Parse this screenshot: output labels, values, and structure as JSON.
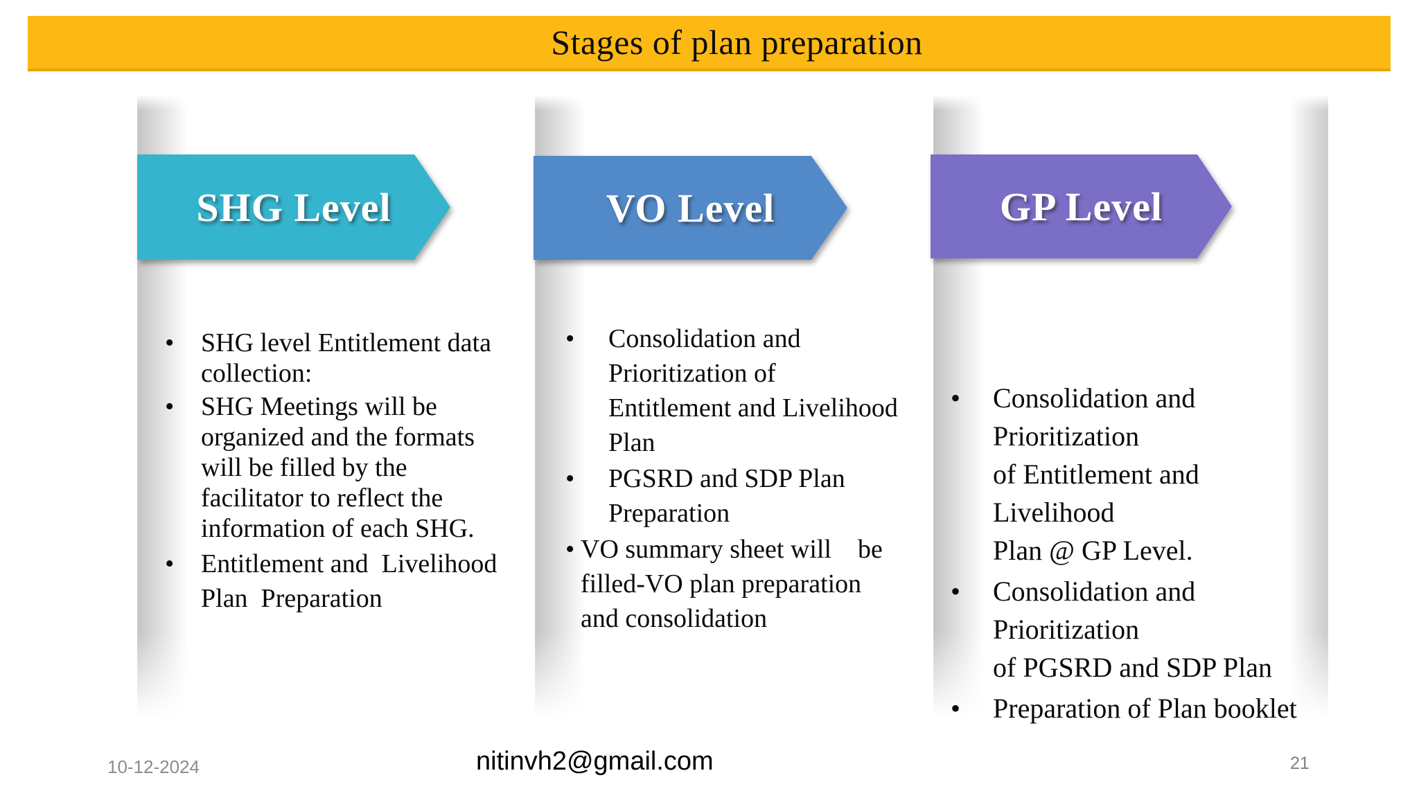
{
  "title": "Stages of plan preparation",
  "theme": {
    "title_bar_color": "#FDB913",
    "shg_color": "#35B4CE",
    "vo_color": "#5289C8",
    "gp_color": "#7A6EC6"
  },
  "columns": [
    {
      "header": "SHG Level",
      "bullets": [
        "SHG level Entitlement data\ncollection:",
        "SHG Meetings will be\norganized and the formats\nwill be filled by the\nfacilitator to reflect the\ninformation of each SHG.",
        "Entitlement and  Livelihood\nPlan  Preparation"
      ]
    },
    {
      "header": "VO Level",
      "bullets": [
        "Consolidation and\nPrioritization of\nEntitlement and Livelihood\nPlan",
        "PGSRD and SDP Plan\nPreparation",
        "VO summary sheet will    be\nfilled-VO plan preparation\nand consolidation"
      ]
    },
    {
      "header": "GP Level",
      "bullets": [
        "Consolidation and Prioritization\nof Entitlement and Livelihood\nPlan @ GP Level.",
        "Consolidation and Prioritization\nof PGSRD and SDP Plan",
        "Preparation of Plan booklet"
      ]
    }
  ],
  "footer": {
    "date": "10-12-2024",
    "email": "nitinvh2@gmail.com",
    "page_number": "21"
  }
}
